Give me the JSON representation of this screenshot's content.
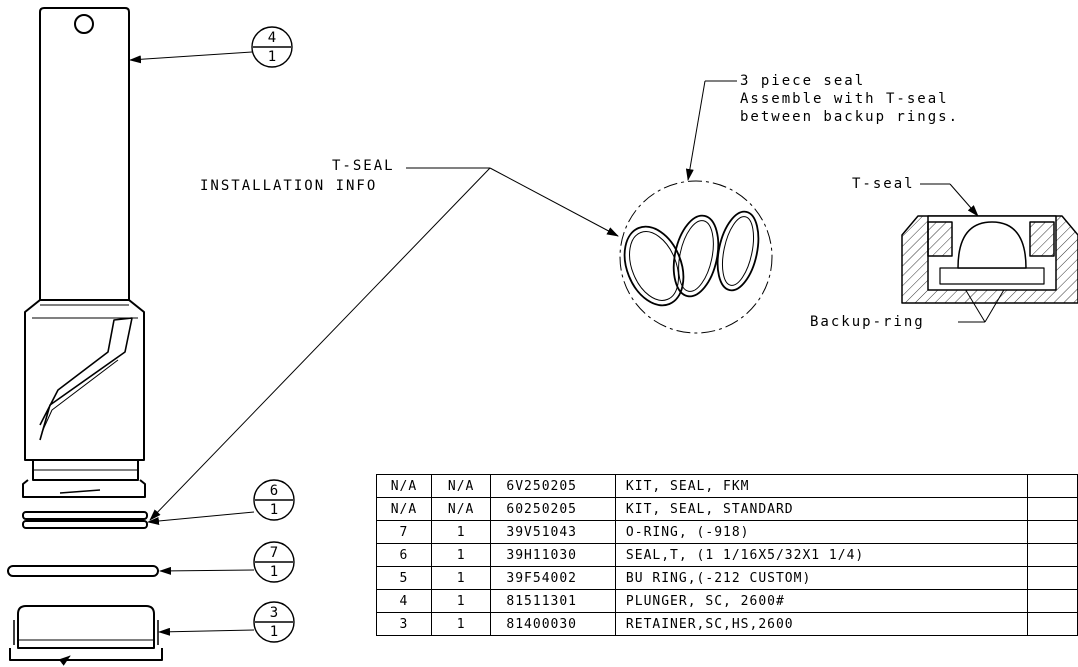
{
  "callouts": {
    "tseal_title_line1": "T-SEAL",
    "tseal_title_line2": "INSTALLATION INFO",
    "three_piece_line1": "3 piece seal",
    "three_piece_line2": "Assemble with T-seal",
    "three_piece_line3": "between backup rings.",
    "tseal_label": "T-seal",
    "backup_ring_label": "Backup-ring"
  },
  "balloons": [
    {
      "item": "4",
      "qty": "1"
    },
    {
      "item": "6",
      "qty": "1"
    },
    {
      "item": "7",
      "qty": "1"
    },
    {
      "item": "3",
      "qty": "1"
    }
  ],
  "bom": {
    "rows": [
      {
        "item": "N/A",
        "qty": "N/A",
        "part": "6V250205",
        "desc": "KIT, SEAL, FKM"
      },
      {
        "item": "N/A",
        "qty": "N/A",
        "part": "60250205",
        "desc": "KIT, SEAL, STANDARD"
      },
      {
        "item": "7",
        "qty": "1",
        "part": "39V51043",
        "desc": "O-RING, (-918)"
      },
      {
        "item": "6",
        "qty": "1",
        "part": "39H11030",
        "desc": "SEAL,T, (1 1/16X5/32X1 1/4)"
      },
      {
        "item": "5",
        "qty": "1",
        "part": "39F54002",
        "desc": "BU RING,(-212 CUSTOM)"
      },
      {
        "item": "4",
        "qty": "1",
        "part": "81511301",
        "desc": "PLUNGER, SC, 2600#"
      },
      {
        "item": "3",
        "qty": "1",
        "part": "81400030",
        "desc": "RETAINER,SC,HS,2600"
      }
    ]
  }
}
